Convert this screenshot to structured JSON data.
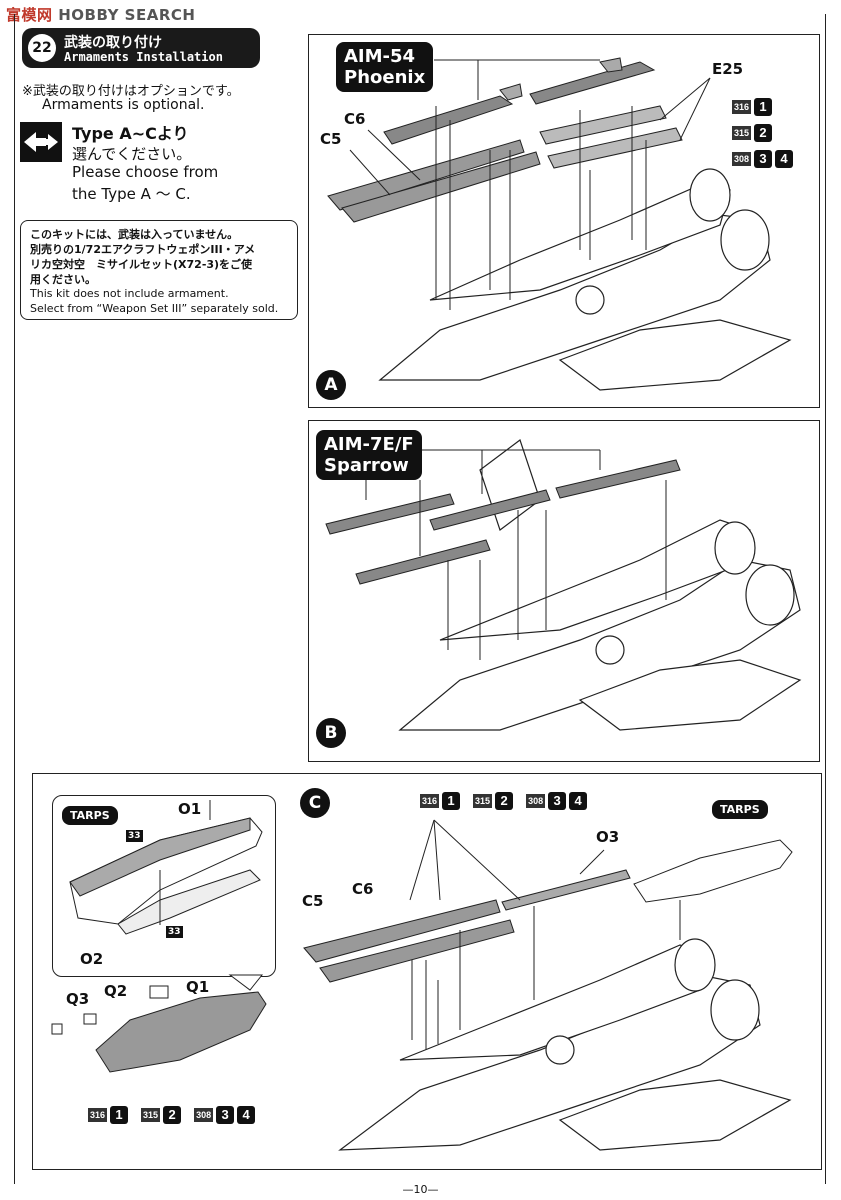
{
  "watermark": {
    "cjk": "富模网",
    "text": "HOBBY SEARCH"
  },
  "step": {
    "number": "22",
    "title_jp": "武装の取り付け",
    "title_en": "Armaments Installation"
  },
  "note": {
    "jp": "※武装の取り付けはオプションです。",
    "en": "Armaments is optional."
  },
  "type_choice": {
    "line1": "Type A~Cより",
    "line2": "選んでください。",
    "line3": "Please choose from",
    "line4": "the Type A ～ C."
  },
  "kit_note": {
    "jp1": "このキットには、武装は入っていません。",
    "jp2": "別売りの1/72エアクラフトウェポンIII・アメ",
    "jp3": "リカ空対空　ミサイルセット(X72-3)をご使",
    "jp4": "用ください。",
    "en1": "This kit does not include armament.",
    "en2": "Select from “Weapon Set III” separately sold."
  },
  "paints": {
    "c316": "316",
    "c315": "315",
    "c308": "308",
    "n1": "1",
    "n2": "2",
    "n3": "3",
    "n4": "4"
  },
  "panel_a": {
    "letter": "A",
    "missile_line1": "AIM-54",
    "missile_line2": "Phoenix",
    "parts": {
      "c5": "C5",
      "c6": "C6",
      "e25": "E25"
    }
  },
  "panel_b": {
    "letter": "B",
    "missile_line1": "AIM-7E/F",
    "missile_line2": "Sparrow"
  },
  "panel_c": {
    "letter": "C",
    "tarps_label": "TARPS",
    "parts": {
      "c5": "C5",
      "c6": "C6",
      "o3": "O3"
    },
    "inset": {
      "tarps_label": "TARPS",
      "o1": "O1",
      "o2": "O2",
      "q1": "Q1",
      "q2": "Q2",
      "q3": "Q3",
      "badge": "33"
    }
  },
  "footer": {
    "page": "—10—"
  }
}
